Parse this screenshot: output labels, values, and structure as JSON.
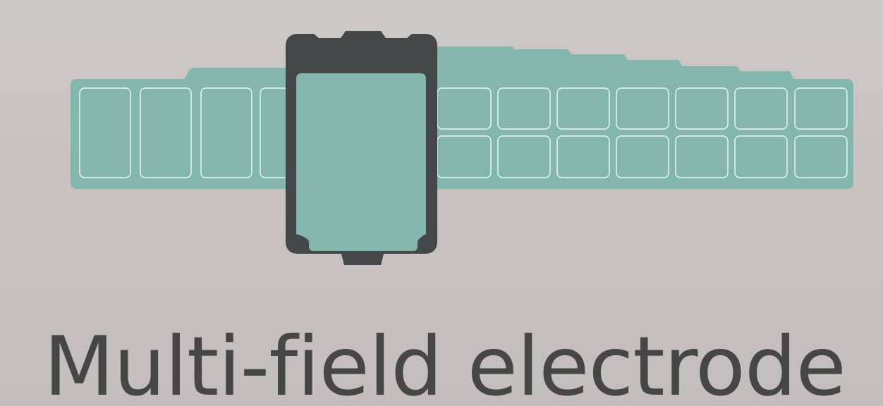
{
  "product": {
    "name": "Multi-field electrode"
  },
  "colors": {
    "background": "#c9c4c2",
    "electrode_fill": "#83b7ad",
    "cell_outline": "#f2f7f5",
    "housing": "#444748",
    "text": "#464646"
  },
  "electrode": {
    "left_cells": 4,
    "right_columns": 7,
    "right_rows": 2
  }
}
